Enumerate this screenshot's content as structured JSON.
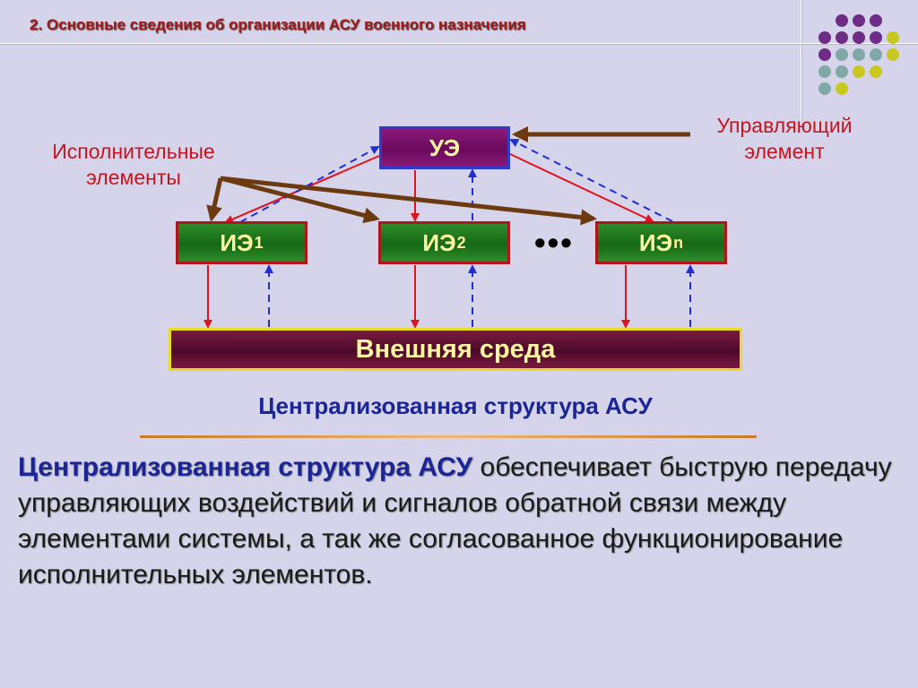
{
  "slide": {
    "title": "2. Основные сведения об организации АСУ военного назначения",
    "dots_colors": [
      "#6e2c86",
      "#6e2c86",
      "#6e2c86",
      "#7fa8a6",
      "#6e2c86",
      "#c8c820"
    ],
    "brand_colors": {
      "red": "#c8141e",
      "blue": "#1a2596",
      "yellow_text": "#fff4a0"
    }
  },
  "diagram": {
    "label_executive": [
      "Исполнительные",
      "элементы"
    ],
    "label_control": [
      "Управляющий",
      "элемент"
    ],
    "ue": "УЭ",
    "ie": [
      {
        "base": "ИЭ",
        "sub": "1"
      },
      {
        "base": "ИЭ",
        "sub": "2"
      },
      {
        "base": "ИЭ",
        "sub": "n"
      }
    ],
    "ellipsis": "•••",
    "environment": "Внешняя среда",
    "caption": "Централизованная структура АСУ"
  },
  "text": {
    "lead": "Централизованная структура АСУ",
    "rest": " обеспечивает быструю передачу управляющих воздействий и сигналов обратной связи между элементами системы, а так же согласованное функционирование исполнительных элементов."
  }
}
